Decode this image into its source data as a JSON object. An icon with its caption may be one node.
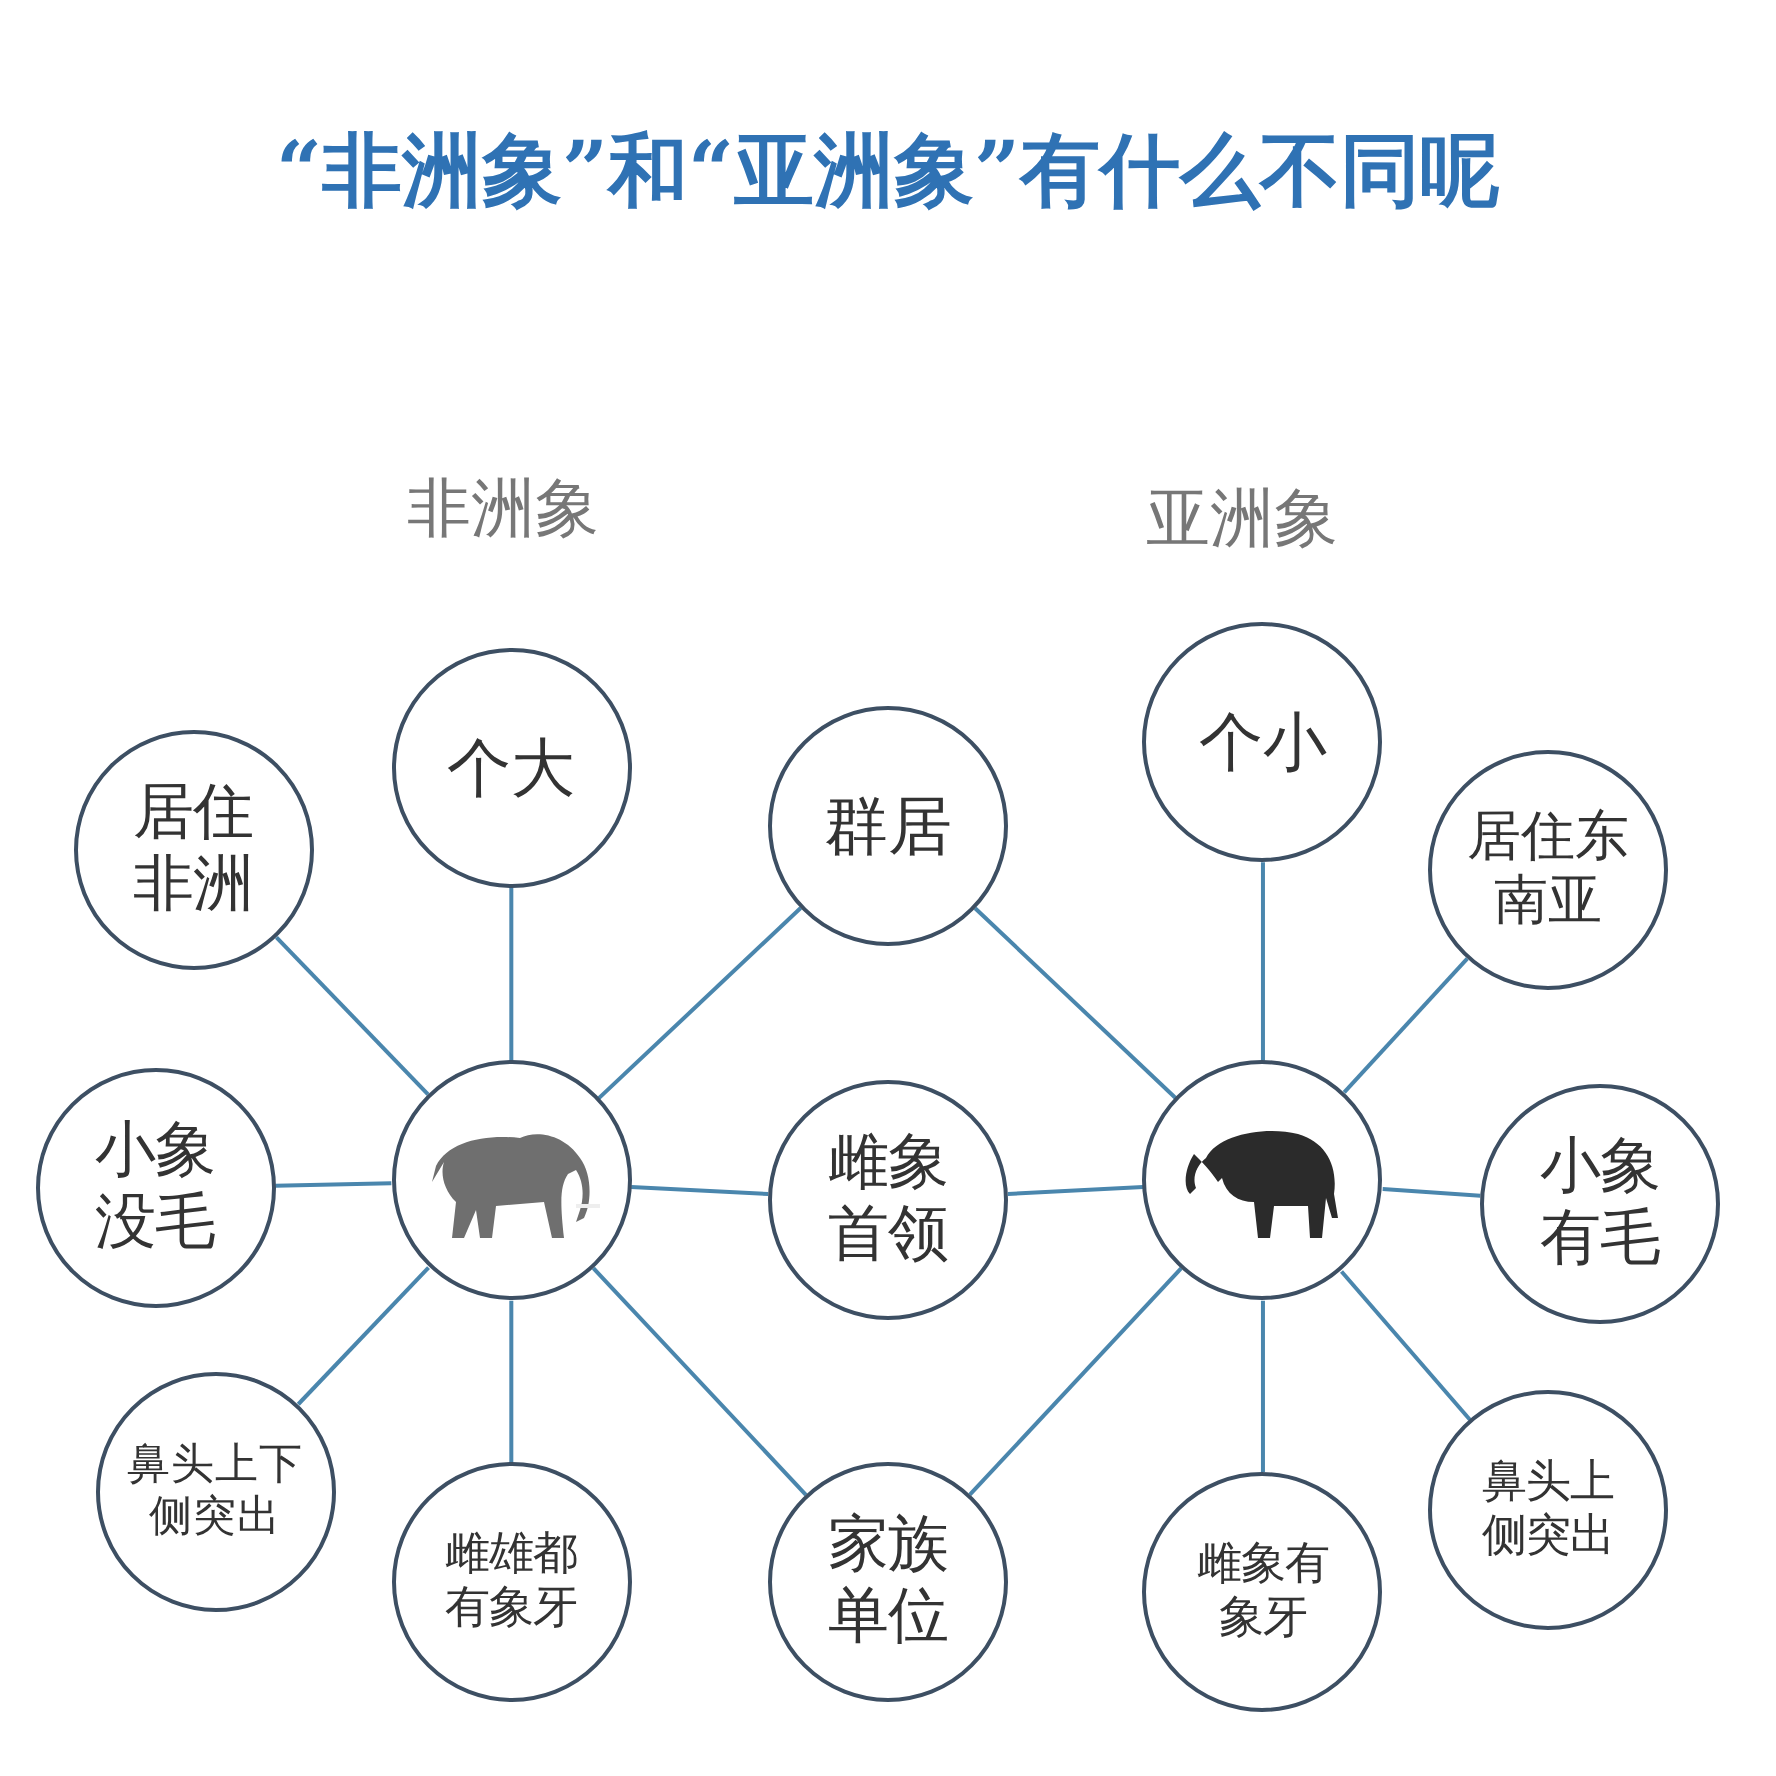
{
  "diagram": {
    "title": "“非洲象”和“亚洲象”有什么不同呢",
    "nodes": [
      {
        "text": [
          "个大"
        ]
      },
      {
        "text": [
          "群居"
        ]
      },
      {
        "text": [
          "个小"
        ]
      },
      {
        "text": [
          "居住非洲"
        ]
      },
      {
        "text": [
          "居住东南亚"
        ]
      },
      {
        "text": [],
        "shape": "picture"
      },
      {
        "text": [
          "小象没毛"
        ]
      },
      {
        "text": [
          "雌象首领"
        ]
      },
      {
        "text": [],
        "shape": "picture"
      },
      {
        "text": [
          "小象有毛"
        ]
      },
      {
        "text": [
          "鼻头上下侧突出"
        ]
      },
      {
        "text": [
          "鼻头上侧突出"
        ]
      },
      {
        "text": [
          "雌雄都有象牙"
        ]
      },
      {
        "text": [
          "家族单位"
        ]
      },
      {
        "text": [
          "雌象有象牙"
        ]
      }
    ],
    "edges": [
      {
        "from": 5,
        "to": 0,
        "arrow": "none"
      },
      {
        "from": 5,
        "to": 3,
        "arrow": "none"
      },
      {
        "from": 5,
        "to": 6,
        "arrow": "none"
      },
      {
        "from": 5,
        "to": 10,
        "arrow": "none"
      },
      {
        "from": 5,
        "to": 12,
        "arrow": "none"
      },
      {
        "from": 5,
        "to": 1,
        "arrow": "none"
      },
      {
        "from": 5,
        "to": 7,
        "arrow": "none"
      },
      {
        "from": 5,
        "to": 13,
        "arrow": "none"
      },
      {
        "from": 8,
        "to": 1,
        "arrow": "none"
      },
      {
        "from": 8,
        "to": 2,
        "arrow": "none"
      },
      {
        "from": 8,
        "to": 4,
        "arrow": "none"
      },
      {
        "from": 8,
        "to": 9,
        "arrow": "none"
      },
      {
        "from": 8,
        "to": 11,
        "arrow": "none"
      },
      {
        "from": 8,
        "to": 14,
        "arrow": "none"
      },
      {
        "from": 8,
        "to": 13,
        "arrow": "none"
      },
      {
        "from": 8,
        "to": 7,
        "arrow": "none"
      }
    ],
    "labels": [
      "非洲象",
      "亚洲象"
    ]
  }
}
